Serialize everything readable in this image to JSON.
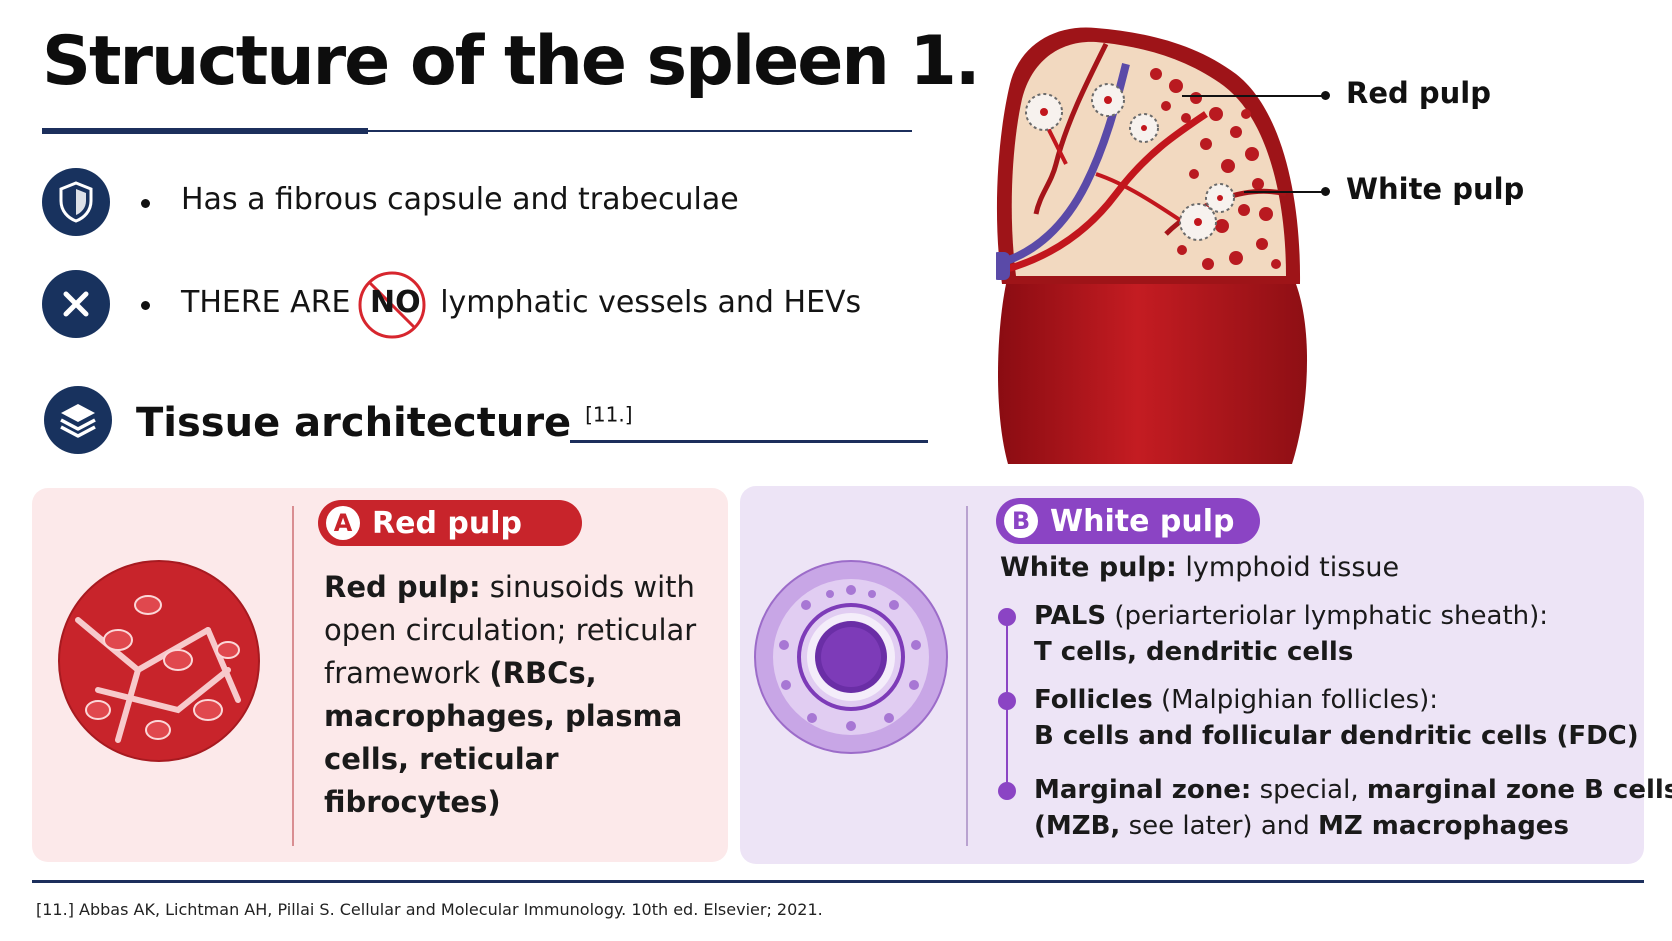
{
  "title": "Structure of the spleen 1.",
  "bullets": [
    {
      "icon": "shield-icon",
      "text": "Has a fibrous capsule and trabeculae"
    },
    {
      "icon": "close-icon",
      "pre": "THERE ARE",
      "no": "NO",
      "post": "lymphatic vessels and HEVs"
    }
  ],
  "section": {
    "icon": "layers-icon",
    "title": "Tissue architecture",
    "ref": "[11.]"
  },
  "illustration": {
    "callouts": {
      "red_pulp": "Red pulp",
      "white_pulp": "White pulp"
    }
  },
  "red_pulp": {
    "letter": "A",
    "label": "Red pulp",
    "bold_lead": "Red pulp:",
    "text": "sinusoids with open circulation; reticular framework",
    "bold_tail": "(RBCs, macrophages, plasma cells, reticular fibrocytes)"
  },
  "white_pulp": {
    "letter": "B",
    "label": "White pulp",
    "intro_bold": "White pulp:",
    "intro": "lymphoid tissue",
    "items": [
      {
        "bold": "PALS",
        "rest": "(periarteriolar lymphatic sheath):",
        "line2_bold": "T cells, dendritic cells"
      },
      {
        "bold": "Follicles",
        "rest": "(Malpighian follicles):",
        "line2_bold": "B cells and follicular dendritic cells (FDC)"
      },
      {
        "bold": "Marginal zone:",
        "rest": "special,",
        "rest_bold": "marginal zone B cells",
        "line2_bold": "(MZB,",
        "line2": "see later) and",
        "line2_bold2": "MZ macrophages"
      }
    ]
  },
  "footer": "[11.] Abbas AK, Lichtman AH, Pillai S. Cellular and Molecular Immunology. 10th ed. Elsevier; 2021.",
  "colors": {
    "navy": "#18325e",
    "red": "#c8242b",
    "purple": "#8b44c4"
  }
}
